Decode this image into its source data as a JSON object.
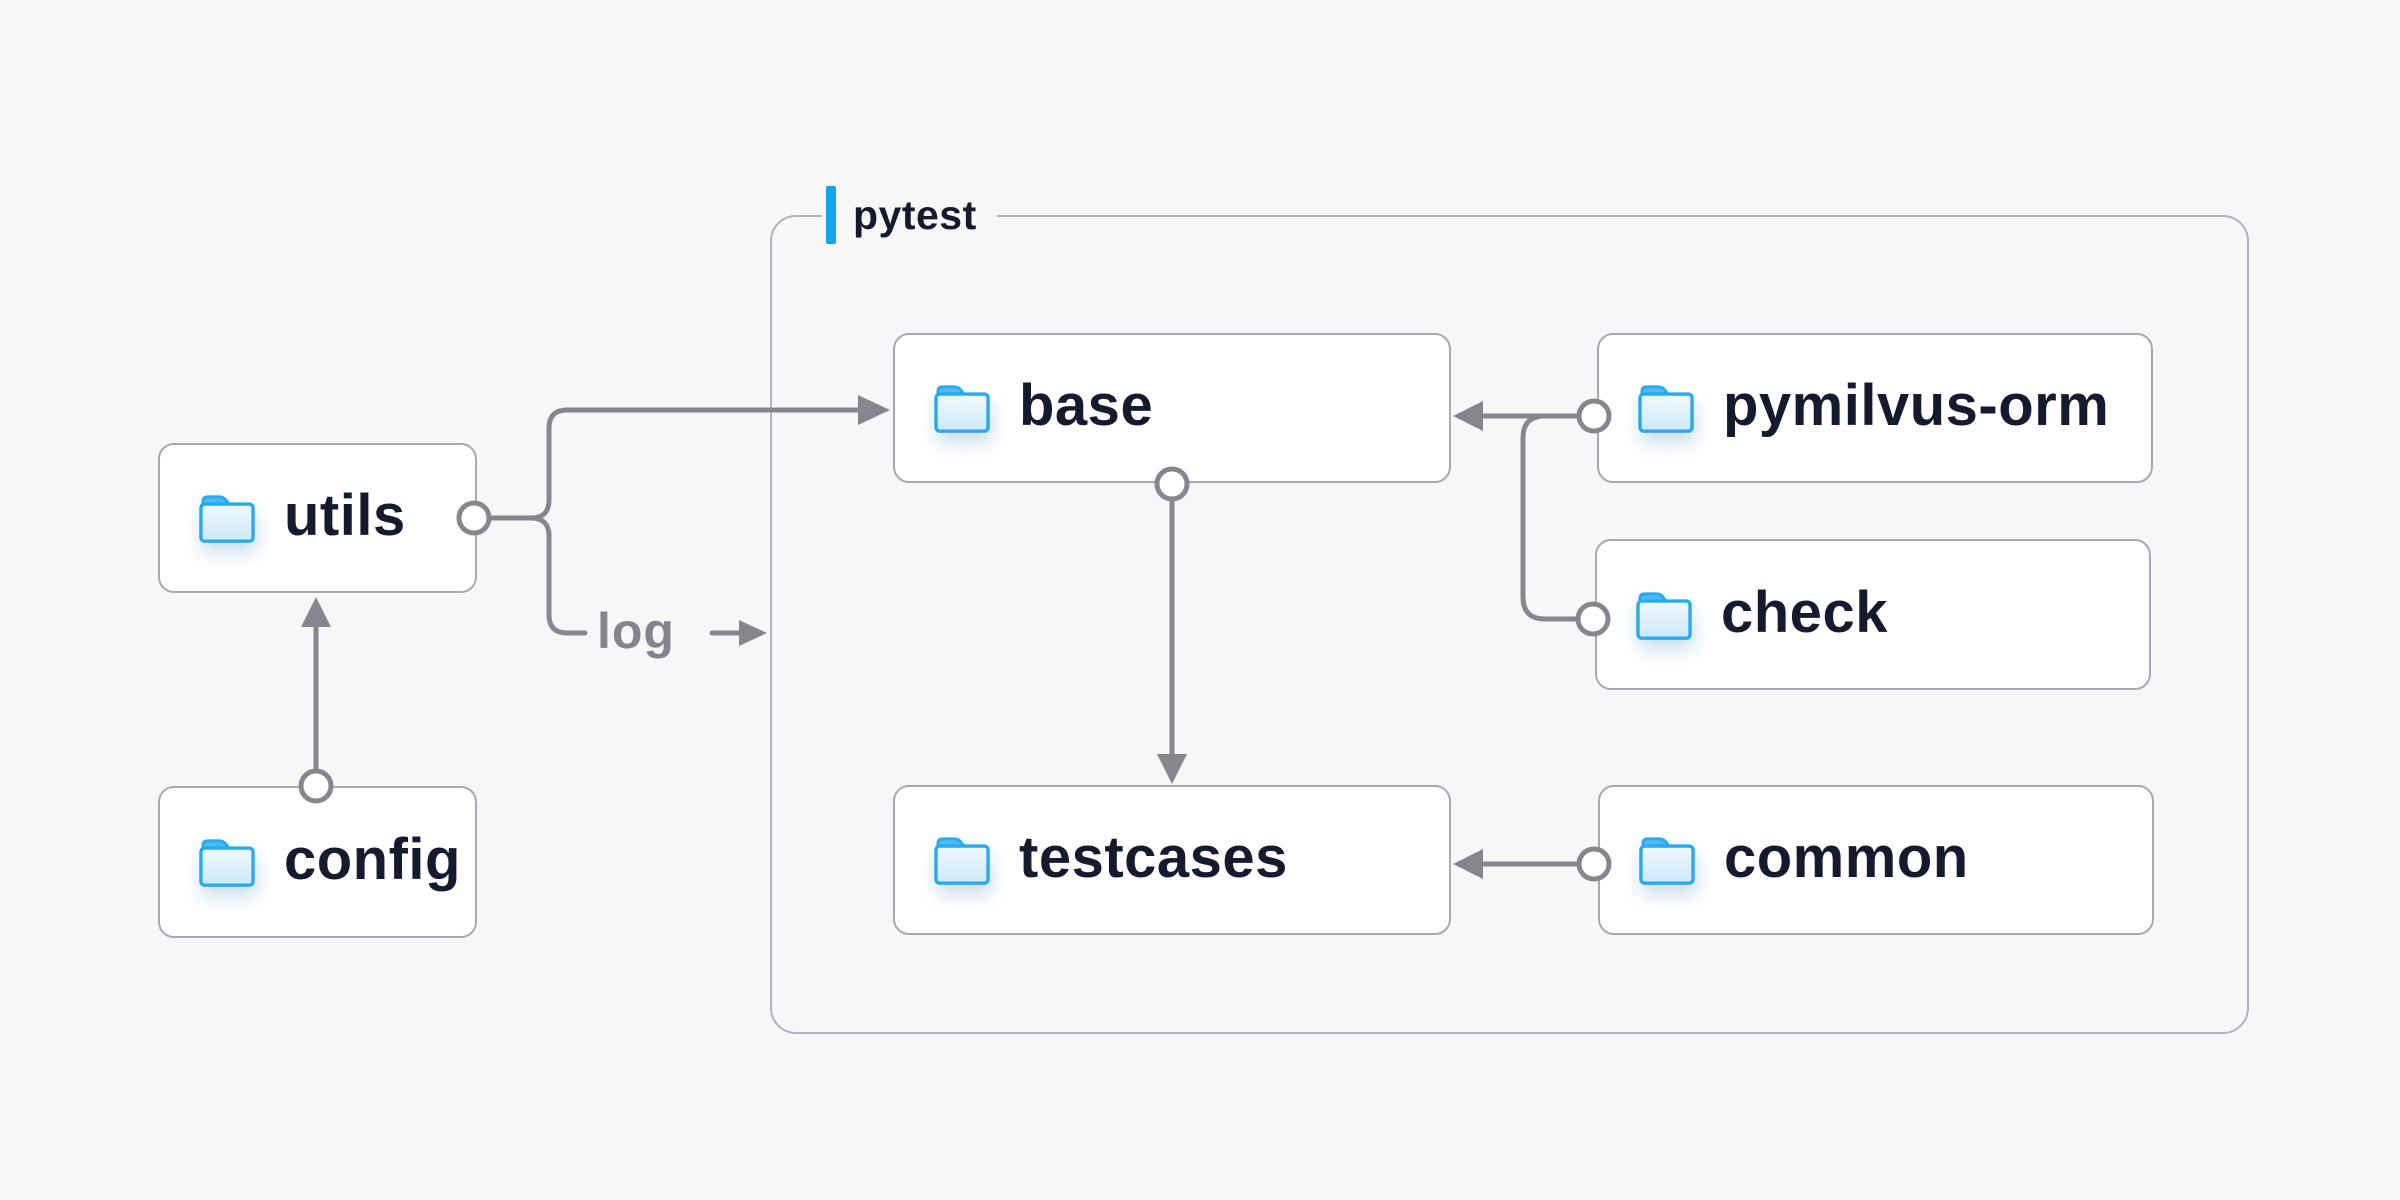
{
  "container": {
    "label": "pytest"
  },
  "nodes": {
    "utils": {
      "label": "utils"
    },
    "config": {
      "label": "config"
    },
    "base": {
      "label": "base"
    },
    "testcases": {
      "label": "testcases"
    },
    "pymilvus_orm": {
      "label": "pymilvus-orm"
    },
    "check": {
      "label": "check"
    },
    "common": {
      "label": "common"
    }
  },
  "edges": {
    "log_label": "log",
    "list": [
      {
        "from": "utils",
        "to": "base",
        "label": ""
      },
      {
        "from": "utils",
        "to": "pytest",
        "label": "log"
      },
      {
        "from": "config",
        "to": "utils",
        "label": ""
      },
      {
        "from": "base",
        "to": "testcases",
        "label": ""
      },
      {
        "from": "pymilvus-orm",
        "to": "base",
        "label": ""
      },
      {
        "from": "check",
        "to": "base",
        "label": ""
      },
      {
        "from": "common",
        "to": "testcases",
        "label": ""
      }
    ]
  },
  "icons": {
    "node_icon": "folder-icon"
  },
  "colors": {
    "background": "#f7f7f8",
    "node_background": "#ffffff",
    "node_border": "#a7a9b4",
    "container_border": "#b2b3bf",
    "connector_gray": "#86868f",
    "text_navy": "#141b2f",
    "edge_label_gray": "#84848e",
    "accent_blue": "#10a7f0",
    "folder_blue": "#29a9ee"
  }
}
